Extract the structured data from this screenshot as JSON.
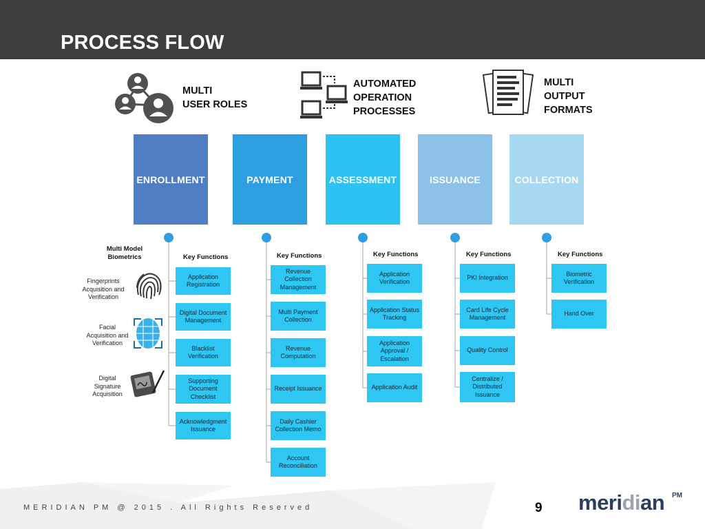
{
  "slide": {
    "title": "PROCESS FLOW",
    "page_number": "9",
    "footer": "MERIDIAN PM @ 2015 . All Rights Reserved",
    "logo": {
      "main": "meri",
      "accent": "di",
      "tail": "an",
      "superscript": "PM"
    }
  },
  "features": [
    {
      "label": "MULTI\nUSER ROLES",
      "icon": "user-network-icon"
    },
    {
      "label": "AUTOMATED\nOPERATION\nPROCESSES",
      "icon": "connected-computers-icon"
    },
    {
      "label": "MULTI\nOUTPUT\nFORMATS",
      "icon": "documents-icon"
    }
  ],
  "key_functions_label": "Key Functions",
  "stages": [
    {
      "name": "ENROLLMENT",
      "color": "#4f7ec4",
      "functions": [
        "Application Registration",
        "Digital Document Management",
        "Blacklist Verification",
        "Supporting Document Checklist",
        "Acknowledgment Issuance"
      ]
    },
    {
      "name": "PAYMENT",
      "color": "#2d9fe0",
      "functions": [
        "Revenue Collection Management",
        "Multi Payment Collection",
        "Revenue Computation",
        "Receipt Issuance",
        "Daily Cashier Collection Memo",
        "Account Reconciliation"
      ]
    },
    {
      "name": "ASSESSMENT",
      "color": "#2cc2f2",
      "functions": [
        "Application Verification",
        "Application Status Tracking",
        "Application Approval / Escalation",
        "Application Audit"
      ]
    },
    {
      "name": "ISSUANCE",
      "color": "#8cc2ea",
      "functions": [
        "PKI Integration",
        "Card Life Cycle Management",
        "Quality Control",
        "Centralize / Distributed Issuance"
      ]
    },
    {
      "name": "COLLECTION",
      "color": "#a6d8f2",
      "functions": [
        "Biometric Verification",
        "Hand Over"
      ]
    }
  ],
  "biometrics": {
    "title": "Multi Model\nBiometrics",
    "items": [
      {
        "label": "Fingerprints\nAcquisition and\nVerification",
        "icon": "fingerprint-icon"
      },
      {
        "label": "Facial\nAcquisition and\nVerification",
        "icon": "face-scan-icon"
      },
      {
        "label": "Digital\nSignature\nAcquisition",
        "icon": "signature-pad-icon"
      }
    ]
  }
}
